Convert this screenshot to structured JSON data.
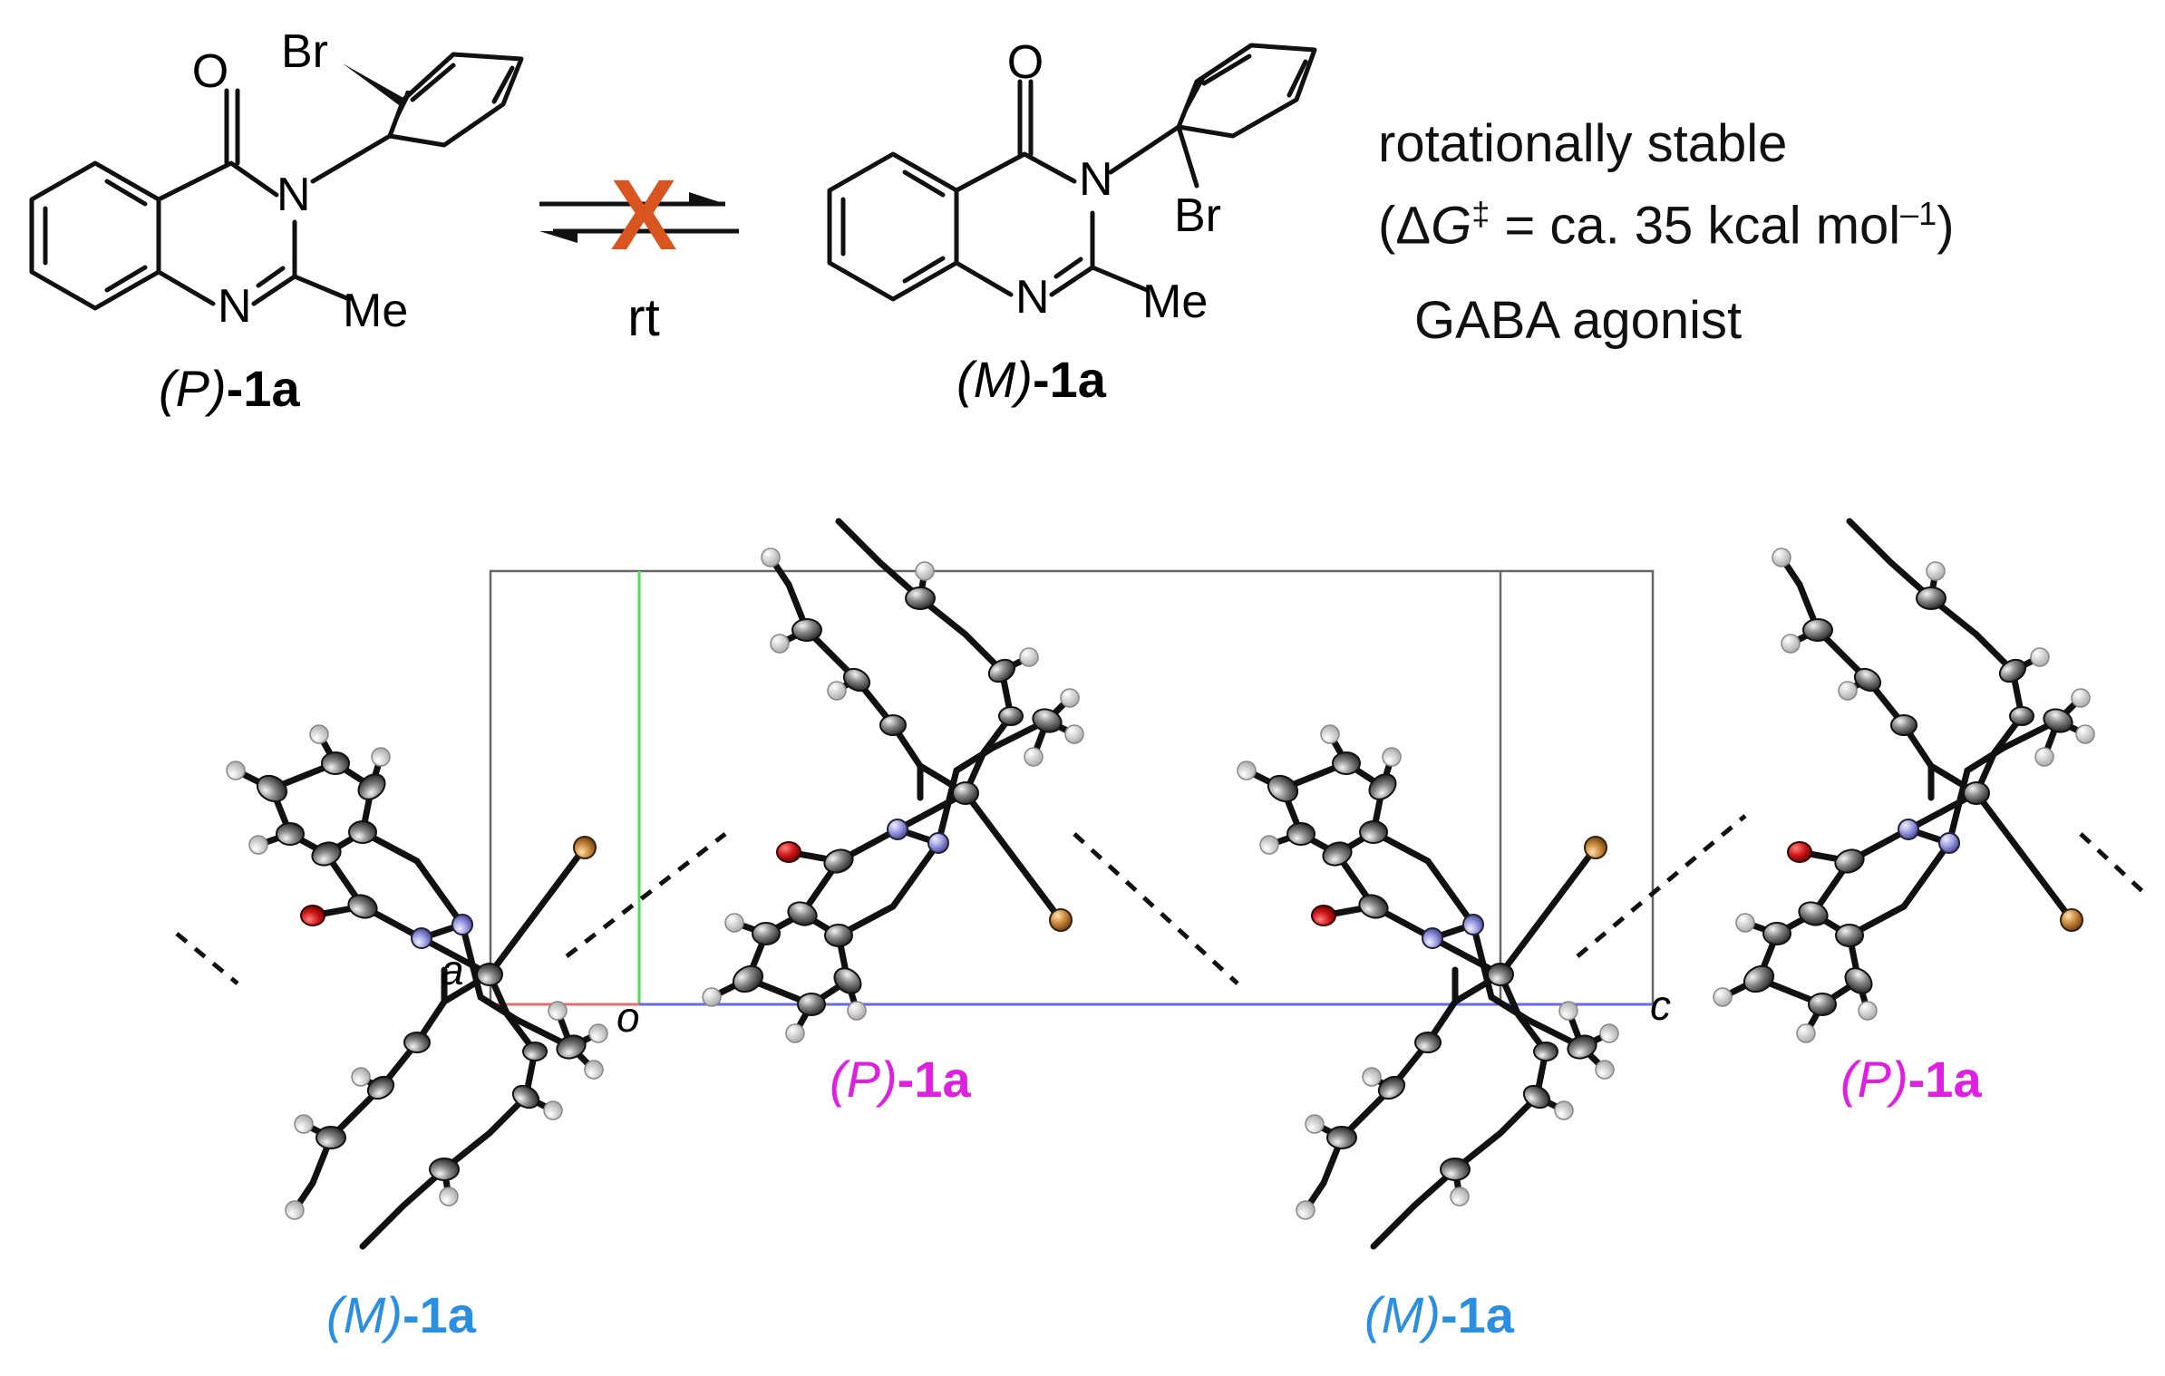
{
  "top_scheme": {
    "left_molecule": {
      "atoms": {
        "oxygen": "O",
        "bromine": "Br",
        "nitrogen3": "N",
        "nitrogen1": "N",
        "methyl": "Me"
      },
      "descriptor": "(P)",
      "compound": "-1a"
    },
    "equilibrium": {
      "blocked_mark": "X",
      "condition": "rt"
    },
    "right_molecule": {
      "atoms": {
        "oxygen": "O",
        "bromine": "Br",
        "nitrogen3": "N",
        "nitrogen1": "N",
        "methyl": "Me"
      },
      "descriptor": "(M)",
      "compound": "-1a"
    },
    "notes": {
      "line1": "rotationally stable",
      "line2_open": "(Δ",
      "line2_g": "G",
      "line2_dagger": "‡",
      "line2_mid": " = ca. 35 kcal mol",
      "line2_exp": "–1",
      "line2_close": ")",
      "line3": "GABA agonist"
    }
  },
  "crystal_packing": {
    "axis_labels": {
      "a": "a",
      "origin": "o",
      "c": "c"
    },
    "molecule_labels": [
      {
        "descriptor": "(M)",
        "compound": "-1a",
        "color": "#2a8fe0"
      },
      {
        "descriptor": "(P)",
        "compound": "-1a",
        "color": "#e020e0"
      },
      {
        "descriptor": "(M)",
        "compound": "-1a",
        "color": "#2a8fe0"
      },
      {
        "descriptor": "(P)",
        "compound": "-1a",
        "color": "#e020e0"
      }
    ]
  },
  "colors": {
    "oxygen": "#cc1111",
    "nitrogen": "#8c8cd8",
    "bromine": "#c8883a",
    "carbon": "#555555",
    "hydrogen": "#d8d8d8",
    "blocked_mark": "#d9541e",
    "axis_a": "#e07070",
    "axis_b": "#55dd55",
    "axis_c": "#6666ee",
    "cell": "#666666"
  }
}
